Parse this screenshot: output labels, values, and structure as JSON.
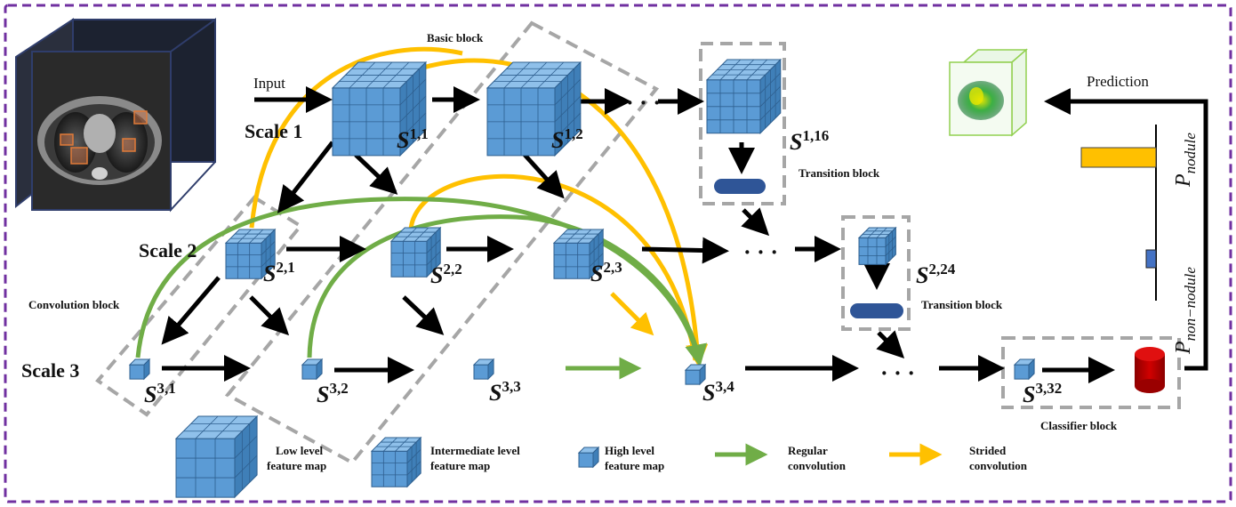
{
  "labels": {
    "input": "Input",
    "basic_block": "Basic block",
    "prediction": "Prediction",
    "convolution_block": "Convolution block",
    "transition_block_1": "Transition block",
    "transition_block_2": "Transition block",
    "classifier_block": "Classifier block",
    "scale1": "Scale 1",
    "scale2": "Scale 2",
    "scale3": "Scale 3",
    "p_nodule_base": "P",
    "p_nodule_sub": "nodule",
    "p_non_nodule_base": "P",
    "p_non_nodule_sub": "non−nodule",
    "dots": "· · ·"
  },
  "nodes": {
    "s11": {
      "base": "S",
      "sup": "1,1"
    },
    "s12": {
      "base": "S",
      "sup": "1,2"
    },
    "s116": {
      "base": "S",
      "sup": "1,16"
    },
    "s21": {
      "base": "S",
      "sup": "2,1"
    },
    "s22": {
      "base": "S",
      "sup": "2,2"
    },
    "s23": {
      "base": "S",
      "sup": "2,3"
    },
    "s224": {
      "base": "S",
      "sup": "2,24"
    },
    "s31": {
      "base": "S",
      "sup": "3,1"
    },
    "s32": {
      "base": "S",
      "sup": "3,2"
    },
    "s33": {
      "base": "S",
      "sup": "3,3"
    },
    "s34": {
      "base": "S",
      "sup": "3,4"
    },
    "s332": {
      "base": "S",
      "sup": "3,32"
    }
  },
  "legend": {
    "low_line1": "Low level",
    "low_line2": "feature map",
    "mid_line1": "Intermediate level",
    "mid_line2": "feature map",
    "high_line1": "High level",
    "high_line2": "feature map",
    "regular_line1": "Regular",
    "regular_line2": "convolution",
    "strided_line1": "Strided",
    "strided_line2": "convolution"
  },
  "colors": {
    "frame": "#7030a0",
    "regular_conv": "#70ad47",
    "strided_conv": "#ffc000",
    "cube": "#5b9bd5",
    "transition_pill": "#2f5597",
    "classifier": "#c00000",
    "bar_nodule": "#ffc000",
    "bar_non_nodule": "#4472c4"
  },
  "probabilities": {
    "nodule": 0.92,
    "non_nodule": 0.08
  }
}
